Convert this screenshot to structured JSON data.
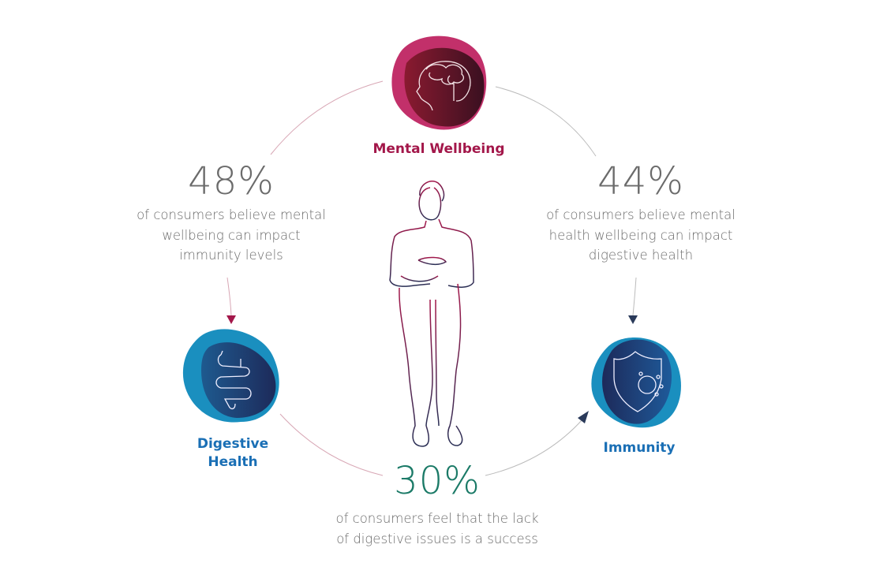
{
  "nodes": {
    "mental": {
      "label": "Mental Wellbeing",
      "color": "#a3174a",
      "icon": "brain-head-icon"
    },
    "digestive": {
      "label_line1": "Digestive",
      "label_line2": "Health",
      "color": "#1a6fb5",
      "icon": "intestine-icon"
    },
    "immunity": {
      "label": "Immunity",
      "color": "#1a6fb5",
      "icon": "shield-virus-icon"
    }
  },
  "stats": {
    "left": {
      "value": "48%",
      "lines": [
        "of consumers believe mental",
        "wellbeing can impact",
        "immunity levels"
      ]
    },
    "right": {
      "value": "44%",
      "lines": [
        "of consumers believe mental",
        "health wellbeing can impact",
        "digestive health"
      ]
    },
    "bottom": {
      "value": "30%",
      "color": "#1b7a67",
      "lines": [
        "of consumers feel that the lack",
        "of digestive issues is a success"
      ]
    }
  }
}
